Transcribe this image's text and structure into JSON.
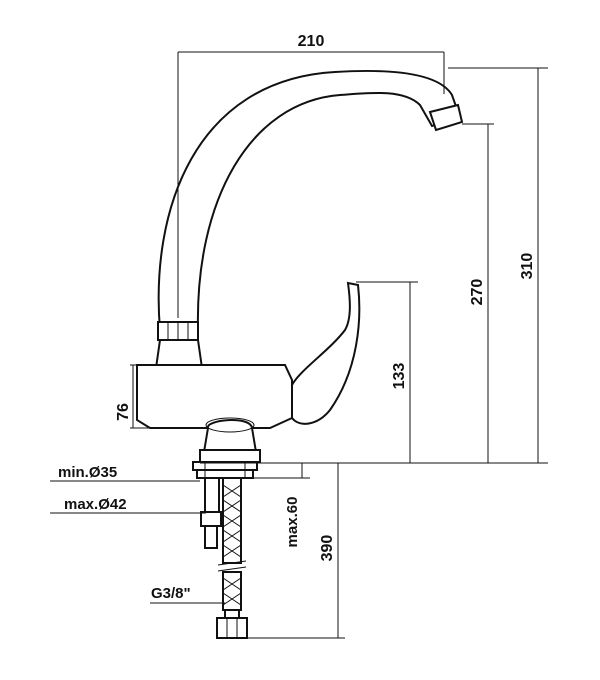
{
  "dimensions": {
    "width_210": "210",
    "height_310": "310",
    "height_270": "270",
    "height_133": "133",
    "height_76": "76",
    "hole_min": "min.Ø35",
    "hole_max": "max.Ø42",
    "deck_max": "max.60",
    "hose_390": "390",
    "thread": "G3/8\""
  },
  "colors": {
    "line": "#111111",
    "background": "#ffffff"
  }
}
